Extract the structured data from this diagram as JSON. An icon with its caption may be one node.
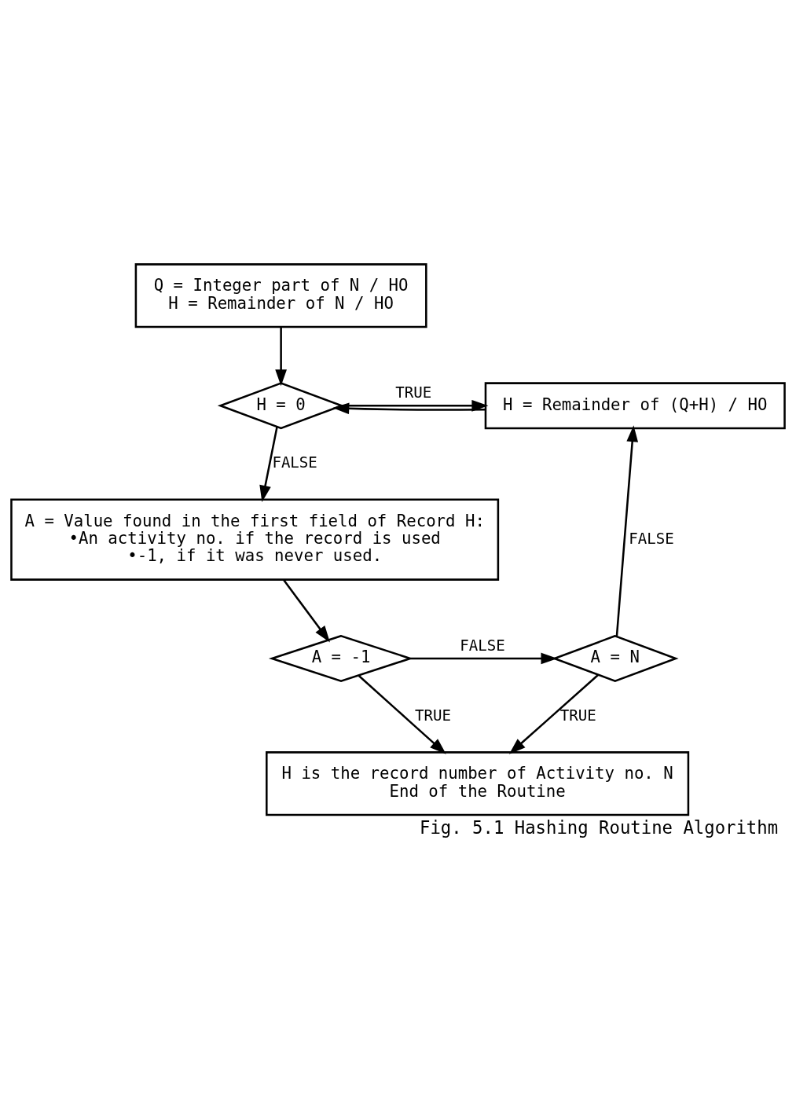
{
  "diagram": {
    "caption": "Fig. 5.1 Hashing Routine Algorithm",
    "nodes": [
      {
        "text": [
          "Q = Integer part of N / HO",
          "H = Remainder of N / HO"
        ]
      },
      {
        "text": [
          "H = 0"
        ]
      },
      {
        "text": [
          "H = Remainder of (Q+H) / HO"
        ]
      },
      {
        "text": [
          "A = Value found in the first field of Record H:",
          "•An activity no. if the record is used",
          "•-1, if it was never used."
        ]
      },
      {
        "text": [
          "A = -1"
        ]
      },
      {
        "text": [
          "A = N"
        ]
      },
      {
        "text": [
          "H is the record number of Activity no. N",
          "End of the Routine"
        ]
      }
    ],
    "edges": [
      {
        "from": 0,
        "to": 1,
        "arrow": "to"
      },
      {
        "from": 1,
        "to": 2,
        "arrow": "to",
        "label": "TRUE"
      },
      {
        "from": 2,
        "to": 1,
        "arrow": "to"
      },
      {
        "from": 1,
        "to": 3,
        "arrow": "to",
        "label": "FALSE"
      },
      {
        "from": 3,
        "to": 4,
        "arrow": "to"
      },
      {
        "from": 4,
        "to": 5,
        "arrow": "to",
        "label": "FALSE"
      },
      {
        "from": 5,
        "to": 2,
        "arrow": "to",
        "label": "FALSE"
      },
      {
        "from": 4,
        "to": 6,
        "arrow": "to",
        "label": "TRUE"
      },
      {
        "from": 5,
        "to": 6,
        "arrow": "to",
        "label": "TRUE"
      }
    ]
  }
}
